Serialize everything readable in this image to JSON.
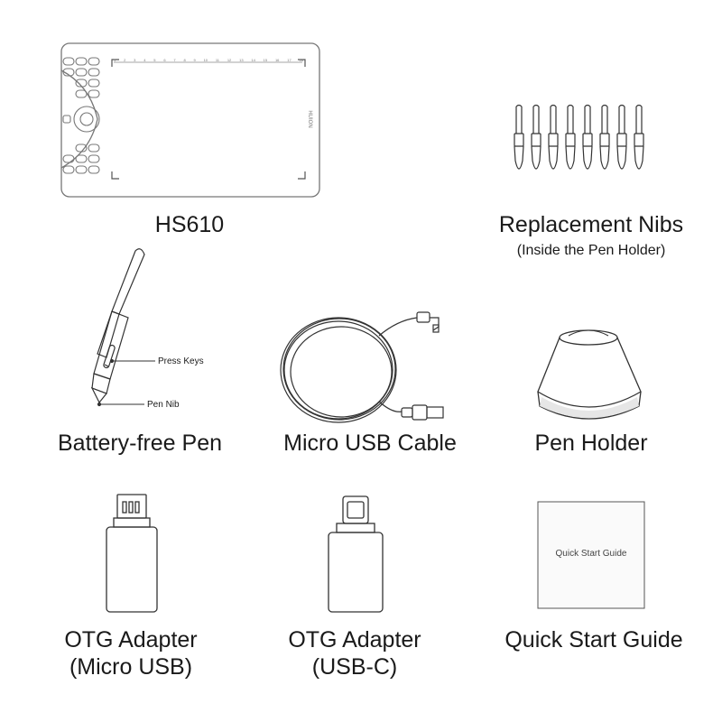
{
  "items": {
    "tablet": {
      "label": "HS610",
      "brand": "HUION",
      "scale": [
        "1",
        "2",
        "3",
        "4",
        "5",
        "6",
        "7",
        "8",
        "9",
        "10",
        "11",
        "12",
        "13",
        "14",
        "15",
        "16",
        "17",
        "18"
      ]
    },
    "nibs": {
      "label": "Replacement Nibs",
      "note": "(Inside the Pen Holder)"
    },
    "pen": {
      "label": "Battery-free Pen",
      "callout_keys": "Press Keys",
      "callout_nib": "Pen Nib"
    },
    "cable": {
      "label": "Micro USB Cable"
    },
    "holder": {
      "label": "Pen Holder"
    },
    "otg_micro": {
      "label_line1": "OTG Adapter",
      "label_line2": "(Micro USB)"
    },
    "otg_usbc": {
      "label_line1": "OTG Adapter",
      "label_line2": "(USB-C)"
    },
    "guide": {
      "label": "Quick Start Guide",
      "cover_text": "Quick Start Guide"
    }
  }
}
